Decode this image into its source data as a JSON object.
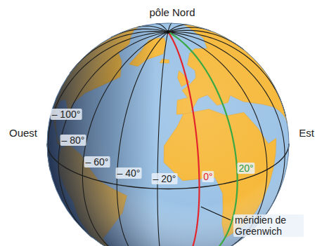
{
  "diagram": {
    "labels": [
      "pôle Nord",
      "Ouest",
      "Est",
      "– 100°",
      "– 80°",
      "– 60°",
      "– 40°",
      "– 20°",
      "0°",
      "20°",
      "méridien de Greenwich"
    ]
  }
}
